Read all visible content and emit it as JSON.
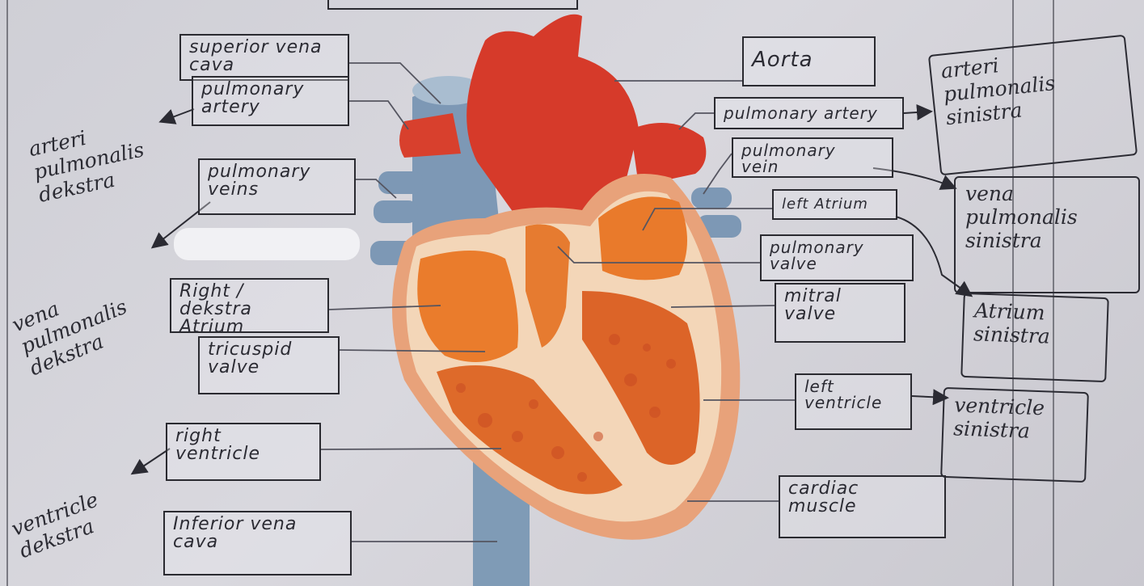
{
  "labels": {
    "superior_vena_cava": "superior vena\ncava",
    "pulmonary_artery_left": "pulmonary\nartery",
    "pulmonary_veins": "pulmonary\nveins",
    "right_atrium": "Right / dekstra\nAtrium",
    "tricuspid_valve": "tricuspid\nvalve",
    "right_ventricle": "right\nventricle",
    "inferior_vena_cava": "Inferior vena\ncava",
    "aorta": "Aorta",
    "pulmonary_artery_right": "pulmonary artery",
    "pulmonary_vein": "pulmonary\nvein",
    "left_atrium": "left Atrium",
    "pulmonary_valve": "pulmonary\nvalve",
    "mitral_valve": "mitral\nvalve",
    "left_ventricle": "left\nventricle",
    "cardiac_muscle": "cardiac\nmuscle"
  },
  "handwritten": {
    "arteri_pulmonalis_dekstra": "arteri\npulmonalis\ndekstra",
    "vena_pulmonalis_dekstra": "vena\npulmonalis\ndekstra",
    "ventricle_dekstra": "ventricle\ndekstra",
    "arteri_pulmonalis_sinistra": "arteri\npulmonalis\nsinistra",
    "vena_pulmonalis_sinistra": "vena\npulmonalis\nsinistra",
    "atrium_sinistra": "Atrium\nsinistra",
    "ventricle_sinistra": "ventricle\nsinistra"
  }
}
